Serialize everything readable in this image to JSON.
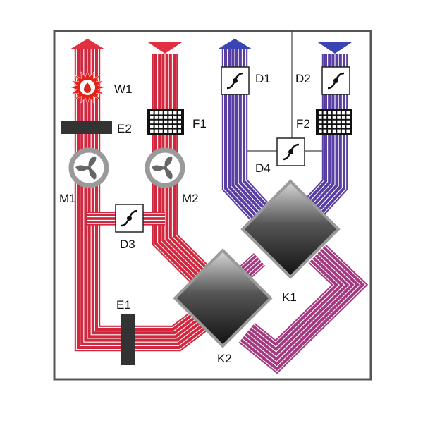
{
  "labels": {
    "w1": "W1",
    "e2": "E2",
    "m1": "M1",
    "f1": "F1",
    "m2": "M2",
    "d1": "D1",
    "d2": "D2",
    "f2": "F2",
    "d4": "D4",
    "d3": "D3",
    "k1": "K1",
    "k2": "K2",
    "e1": "E1"
  },
  "colors": {
    "frame_border": "#555555",
    "frame_fill": "#ffffff",
    "warm_duct": "#d1283f",
    "cool_duct": "#5a3fa3",
    "mixed_duct": "#a33a7f",
    "warm_arrow": "#e23040",
    "cool_arrow": "#3a44b4",
    "heat_exchanger_dark": "#222222",
    "heat_exchanger_light": "#d9d9d9",
    "heat_exchanger_border": "#9a9a9a",
    "heater_bar": "#333333",
    "burst": "#e2231a"
  },
  "icons": {
    "w1": "water-heater-icon",
    "m1": "fan-icon",
    "m2": "fan-icon",
    "f1": "filter-grid-icon",
    "f2": "filter-grid-icon",
    "d1": "damper-icon",
    "d2": "damper-icon",
    "d3": "damper-icon",
    "d4": "damper-icon"
  }
}
